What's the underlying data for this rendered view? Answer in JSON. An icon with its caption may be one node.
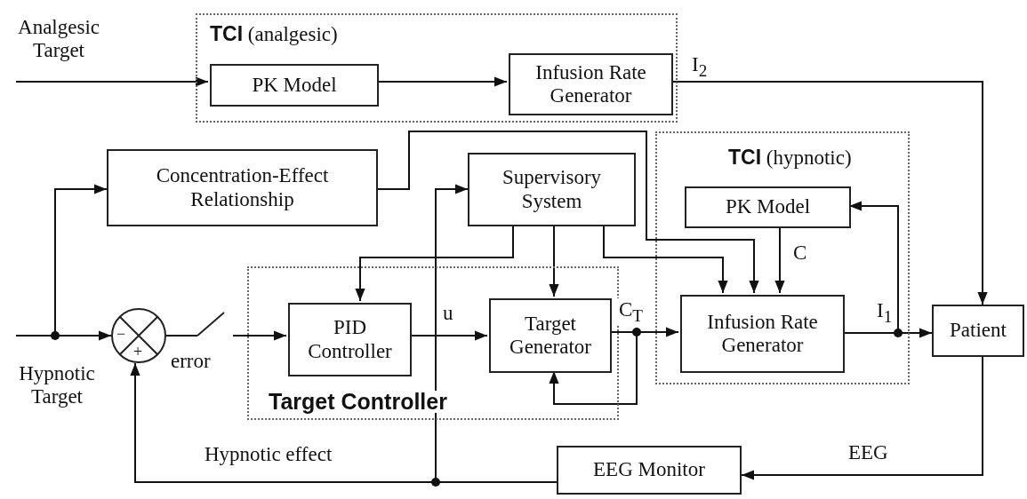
{
  "diagram": {
    "nodes": [
      {
        "text": [
          "**TCI** (analgesic)"
        ]
      },
      {
        "text": [
          "PK Model"
        ],
        "in": 0
      },
      {
        "text": [
          "Infusion Rate Generator"
        ],
        "in": 0
      },
      {
        "text": [
          "**TCI** (hypnotic)"
        ]
      },
      {
        "text": [
          "Concentration-Effect Relationship"
        ]
      },
      {
        "text": [
          "Supervisory System"
        ]
      },
      {
        "text": [
          "PK Model"
        ],
        "in": 3
      },
      {
        "text": [
          "Target Controller"
        ]
      },
      {
        "text": [
          "PID Controller"
        ],
        "in": 7
      },
      {
        "text": [
          "Target Generator"
        ],
        "in": 7
      },
      {
        "text": [
          "Infusion Rate Generator"
        ],
        "in": 3
      },
      {
        "text": [
          "Patient"
        ]
      },
      {
        "text": [
          "EEG Monitor"
        ]
      },
      {
        "text": [
          "−",
          "+"
        ]
      },
      {
        "text": [],
        "shape": "switch"
      }
    ],
    "edges": [
      {
        "from": null,
        "to": 1,
        "arrow": "to"
      },
      {
        "from": 1,
        "to": 2,
        "arrow": "to"
      },
      {
        "from": 2,
        "to": 11,
        "arrow": "to",
        "label": "I$_{2}$"
      },
      {
        "from": null,
        "to": 13,
        "arrow": "to"
      },
      {
        "from": null,
        "to": 4,
        "arrow": "to"
      },
      {
        "from": 4,
        "to": 10,
        "arrow": "to"
      },
      {
        "from": 13,
        "to": 14,
        "arrow": "none",
        "label": "error"
      },
      {
        "from": 14,
        "to": 8,
        "arrow": "to"
      },
      {
        "from": 5,
        "to": 8,
        "arrow": "to"
      },
      {
        "from": 5,
        "to": 9,
        "arrow": "to"
      },
      {
        "from": 5,
        "to": 10,
        "arrow": "to"
      },
      {
        "from": 6,
        "to": 10,
        "arrow": "to",
        "label": "C"
      },
      {
        "from": 8,
        "to": 9,
        "arrow": "to",
        "label": "u"
      },
      {
        "from": 9,
        "to": 10,
        "arrow": "to",
        "label": "C$_{T}$"
      },
      {
        "from": 9,
        "to": 9,
        "arrow": "to"
      },
      {
        "from": 10,
        "to": 11,
        "arrow": "to",
        "label": "I$_{1}$"
      },
      {
        "from": 10,
        "to": 6,
        "arrow": "to"
      },
      {
        "from": 11,
        "to": 12,
        "arrow": "to",
        "label": "EEG"
      },
      {
        "from": 12,
        "to": 13,
        "arrow": "to",
        "label": "Hypnotic effect"
      },
      {
        "from": 12,
        "to": 5,
        "arrow": "to"
      }
    ],
    "labels": [
      "Analgesic Target",
      "Hypnotic Target"
    ]
  }
}
